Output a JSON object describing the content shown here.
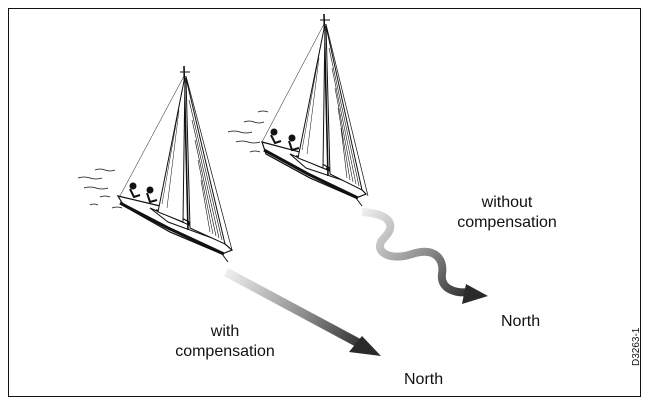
{
  "labels": {
    "with_compensation_line1": "with",
    "with_compensation_line2": "compensation",
    "without_compensation_line1": "without",
    "without_compensation_line2": "compensation",
    "north_with": "North",
    "north_without": "North"
  },
  "figure_code": "D3263-1",
  "colors": {
    "ink": "#111111",
    "arrow_light": "#e6e6e6",
    "arrow_dark": "#2a2a2a"
  }
}
